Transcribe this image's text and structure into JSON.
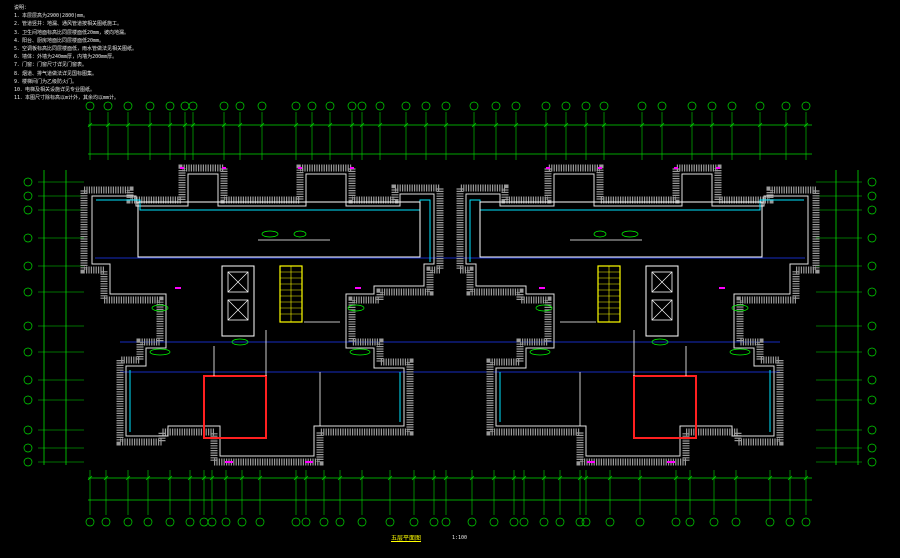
{
  "notes": {
    "heading": "说明：",
    "lines": [
      "1．本层层高为2900(2800)mm。",
      "2．管道竖井：地漏、通风管道按相关图纸施工。",
      "3．卫生间地面标高比同层楼面低20mm，坡向地漏。",
      "4．阳台、厨房地面比同层楼面低20mm。",
      "5．空调板标高比同层楼面低，雨水管做法见相关图纸。",
      "6．墙体：外墙为240mm厚，内墙为200mm厚。",
      "7．门窗：门窗尺寸详见门窗表。",
      "8．烟道、排气道做法详见国标图集。",
      "9．楼梯间门为乙级防火门。",
      "10．电梯及相关设施详见专业图纸。",
      "11．本图尺寸除标高以m计外，其余均以mm计。"
    ]
  },
  "drawing": {
    "title": "五层平面图",
    "scale": "1:100"
  },
  "colors": {
    "wall": "#cccccc",
    "dimension": "#00e000",
    "axis": "#0000ff",
    "room": "#ffffff",
    "stair": "#ffff00",
    "window": "#ff00ff",
    "insulation": "#00ffff",
    "highlight": "#ff0000"
  }
}
